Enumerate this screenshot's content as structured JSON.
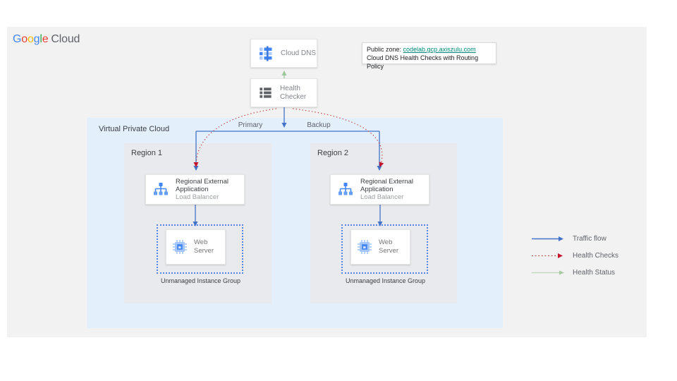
{
  "logo": {
    "letters": [
      "G",
      "o",
      "o",
      "g",
      "l",
      "e"
    ],
    "product": "Cloud"
  },
  "annotation": {
    "public_zone_label": "Public zone: ",
    "public_zone_link": "codelab.gcp.axiszulu.com",
    "line2": "Cloud DNS Health Checks with Routing Policy"
  },
  "nodes": {
    "cloud_dns": "Cloud DNS",
    "health_checker": "Health Checker"
  },
  "vpc": {
    "label": "Virtual Private Cloud"
  },
  "edge_labels": {
    "primary": "Primary",
    "backup": "Backup"
  },
  "regions": [
    {
      "label": "Region 1",
      "lb_title": "Regional External Application",
      "lb_subtitle": "Load Balancer",
      "server": "Web Server",
      "group": "Unmanaged Instance Group"
    },
    {
      "label": "Region 2",
      "lb_title": "Regional External Application",
      "lb_subtitle": "Load Balancer",
      "server": "Web Server",
      "group": "Unmanaged Instance Group"
    }
  ],
  "legend": {
    "traffic_flow": "Traffic flow",
    "health_checks": "Health Checks",
    "health_status": "Health Status"
  },
  "colors": {
    "traffic_blue": "#4273c8",
    "health_check_red": "#c2152c",
    "health_check_dots": "#c25052",
    "health_status_green": "#a6c9a0",
    "link_teal": "#00897b",
    "vpc_fill": "#e3f0fc",
    "region_fill": "#e9eaed",
    "icon_blue": "#4285f4",
    "icon_light_blue": "#aecbfa"
  }
}
